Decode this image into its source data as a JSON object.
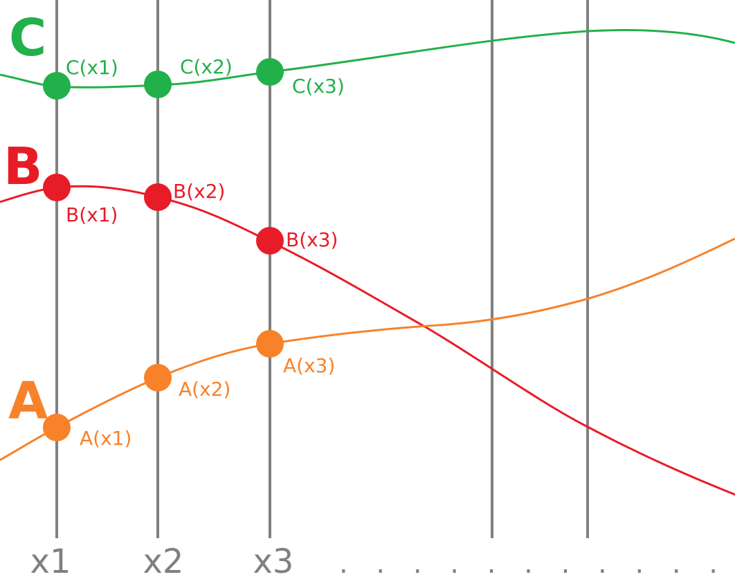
{
  "colors": {
    "curve_a": "#f7822a",
    "curve_b": "#e81c27",
    "curve_c": "#22b04a",
    "grid_line": "#808080",
    "tick_text": "#808080"
  },
  "curves": {
    "a": {
      "name": "A"
    },
    "b": {
      "name": "B"
    },
    "c": {
      "name": "C"
    }
  },
  "x_ticks": [
    "x1",
    "x2",
    "x3"
  ],
  "ellipsis": ". . . . . . . . . . . . .",
  "point_labels": {
    "a": [
      "A(x1)",
      "A(x2)",
      "A(x3)"
    ],
    "b": [
      "B(x1)",
      "B(x2)",
      "B(x3)"
    ],
    "c": [
      "C(x1)",
      "C(x2)",
      "C(x3)"
    ]
  }
}
